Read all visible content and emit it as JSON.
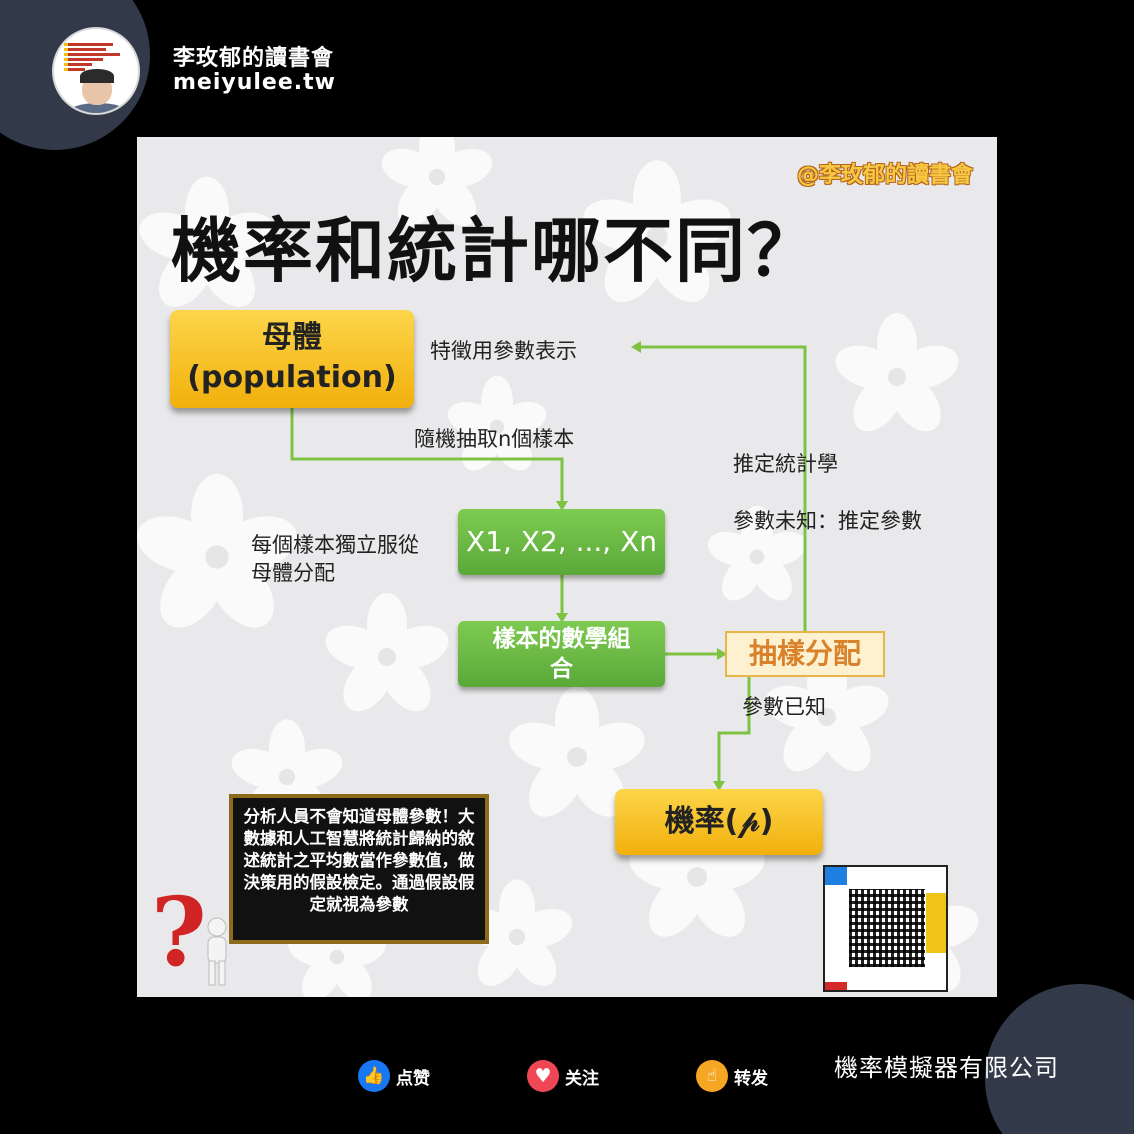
{
  "header": {
    "channel_name": "李玫郁的讀書會",
    "channel_url": "meiyulee.tw"
  },
  "post": {
    "watermark": "@李玫郁的讀書會",
    "title": "機率和統計哪不同？",
    "population_label": "母體",
    "population_sublabel": "(population)",
    "sample_values": "X1, X2, ..., Xn",
    "math_combo_line1": "樣本的數學組",
    "math_combo_line2": "合",
    "sampling_dist": "抽樣分配",
    "probability": "機率(𝓅)",
    "label_param_repr": "特徵用參數表示",
    "label_random_sample": "隨機抽取n個樣本",
    "label_iid_line1": "每個樣本獨立服從",
    "label_iid_line2": "母體分配",
    "label_inferential": "推定統計學",
    "label_param_unknown": "參數未知：推定參數",
    "label_param_known": "參數已知",
    "note_text": "分析人員不會知道母體參數！大數據和人工智慧將統計歸納的敘述統計之平均數當作參數值，做決策用的假設檢定。通過假設假定就視為參數"
  },
  "actions": {
    "like": "点赞",
    "follow": "关注",
    "share": "转发"
  },
  "footer": {
    "company": "機率模擬器有限公司"
  },
  "colors": {
    "background": "#000000",
    "corner": "#323a4a",
    "box_yellow": "#f1b00c",
    "box_green": "#5aa838",
    "arrow_green": "#7fc241"
  },
  "icons": [
    "thumbs-up-icon",
    "heart-icon",
    "share-hand-icon",
    "question-mark-icon",
    "qr-code-icon"
  ]
}
